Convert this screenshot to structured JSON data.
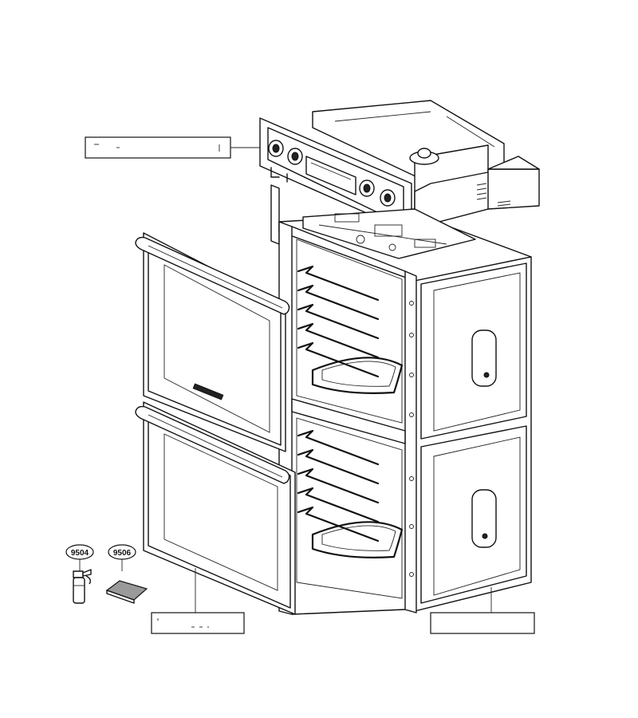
{
  "callouts": [
    {
      "id": "9504",
      "text": "9504"
    },
    {
      "id": "9506",
      "text": "9506"
    }
  ]
}
